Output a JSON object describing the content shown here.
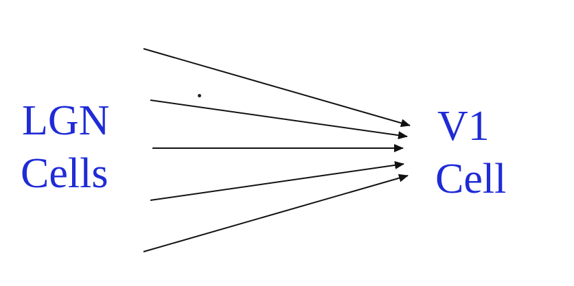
{
  "diagram": {
    "source_label_line1": "LGN",
    "source_label_line2": "Cells",
    "target_label_line1": "V1",
    "target_label_line2": "Cell",
    "label_color": "#1f2bd6",
    "arrow_color": "#111111",
    "arrow_count": 5
  }
}
